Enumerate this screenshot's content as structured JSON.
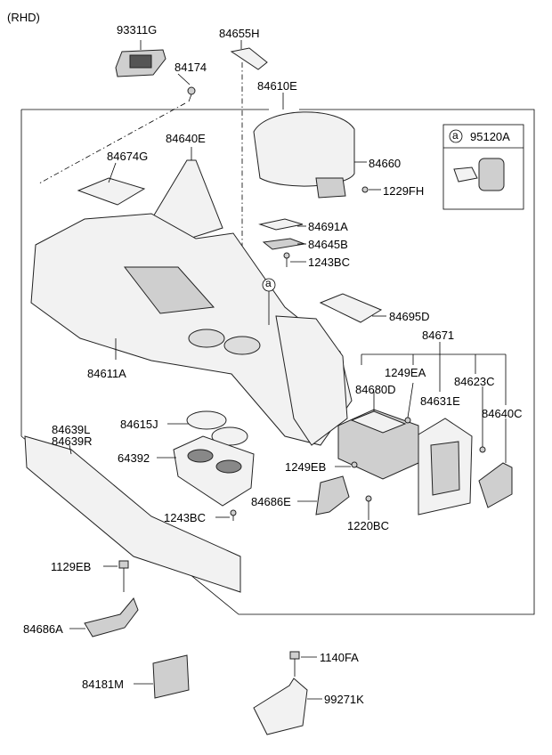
{
  "variant": "(RHD)",
  "labels": {
    "p93311G": "93311G",
    "p84655H": "84655H",
    "p84174": "84174",
    "p84610E": "84610E",
    "p84640E": "84640E",
    "p84674G": "84674G",
    "p84660": "84660",
    "p1229FH": "1229FH",
    "p84691A": "84691A",
    "p84645B": "84645B",
    "p1243BC_a": "1243BC",
    "p84695D": "84695D",
    "p84671": "84671",
    "p1249EA": "1249EA",
    "p84680D": "84680D",
    "p84623C": "84623C",
    "p84631E": "84631E",
    "p84640C": "84640C",
    "p84611A": "84611A",
    "p84615J": "84615J",
    "p84639L": "84639L",
    "p84639R": "84639R",
    "p64392": "64392",
    "p1249EB": "1249EB",
    "p84686E": "84686E",
    "p1243BC_b": "1243BC",
    "p1220BC": "1220BC",
    "p1129EB": "1129EB",
    "p84686A": "84686A",
    "p1140FA": "1140FA",
    "p84181M": "84181M",
    "p99271K": "99271K"
  },
  "inset": {
    "marker": "a",
    "part": "95120A"
  },
  "callout_marker": "a"
}
